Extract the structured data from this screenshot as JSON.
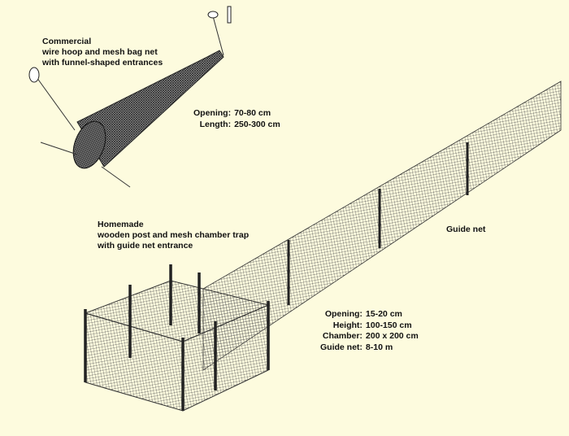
{
  "commercial": {
    "title": "Commercial",
    "line1": "wire hoop and mesh bag net",
    "line2": "with funnel-shaped entrances",
    "specs": [
      {
        "key": "Opening:",
        "value": "70-80 cm"
      },
      {
        "key": "Length:",
        "value": "250-300 cm"
      }
    ]
  },
  "homemade": {
    "title": "Homemade",
    "line1": "wooden post and mesh chamber trap",
    "line2": "with guide net entrance",
    "guide_label": "Guide net",
    "specs": [
      {
        "key": "Opening:",
        "value": "15-20 cm"
      },
      {
        "key": "Height:",
        "value": "100-150 cm"
      },
      {
        "key": "Chamber:",
        "value": "200 x 200 cm"
      },
      {
        "key": "Guide net:",
        "value": "8-10 m"
      }
    ]
  }
}
